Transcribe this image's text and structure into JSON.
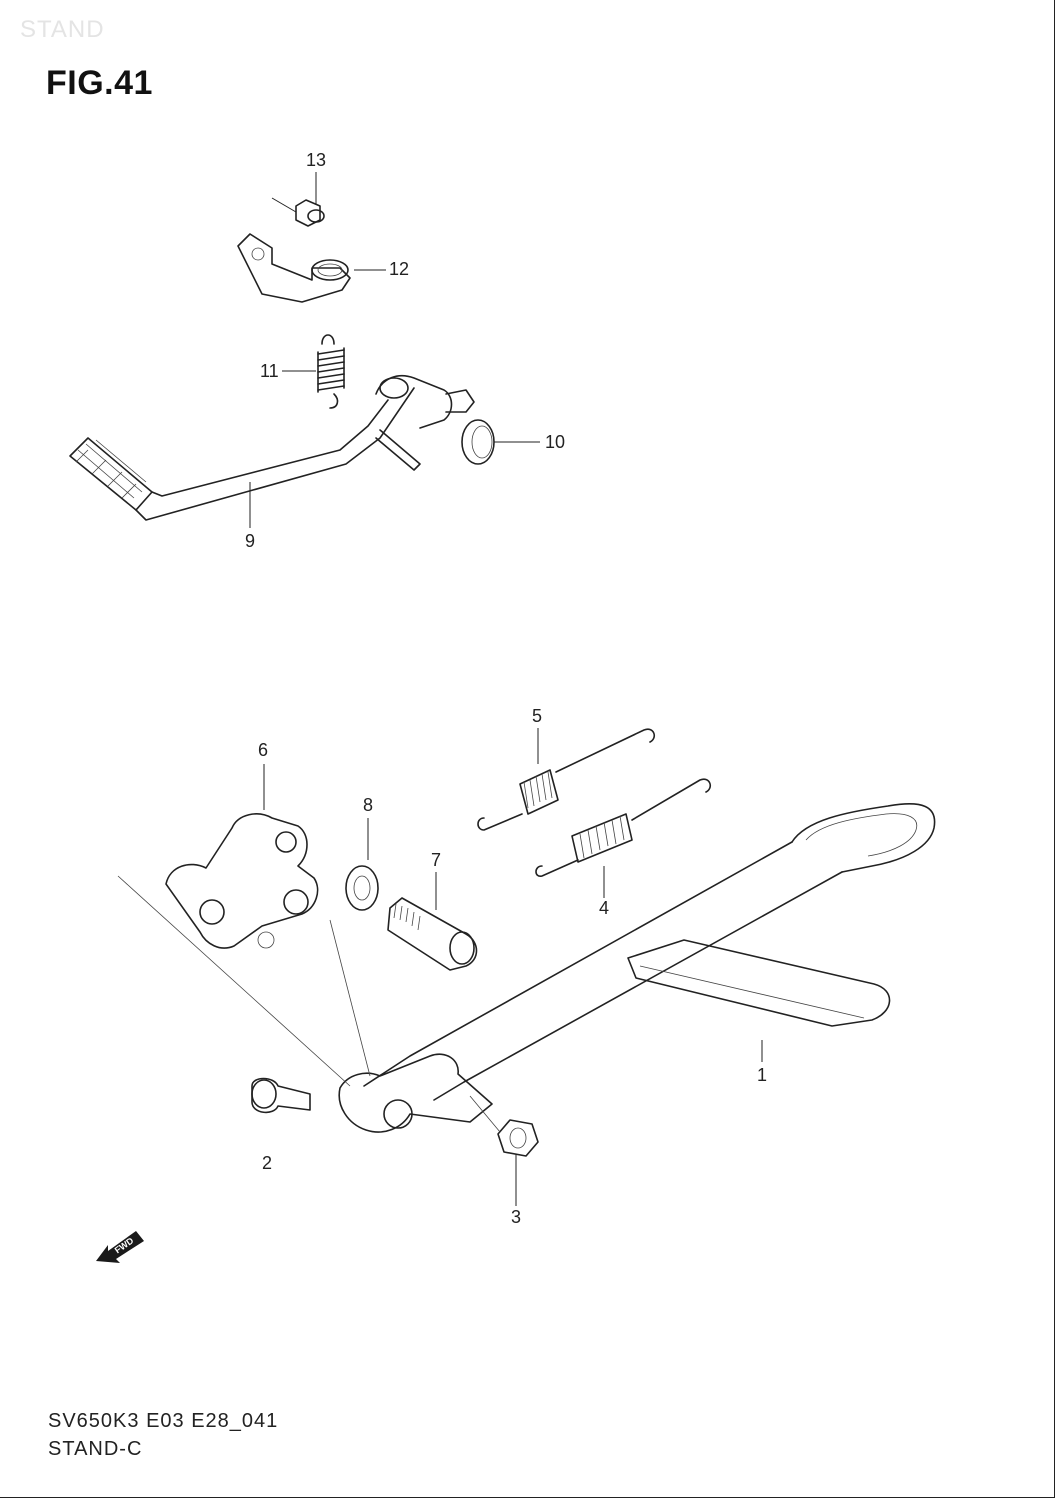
{
  "watermark": "STAND",
  "figure": {
    "title": "FIG.41"
  },
  "callouts": {
    "c1": "1",
    "c2": "2",
    "c3": "3",
    "c4": "4",
    "c5": "5",
    "c6": "6",
    "c7": "7",
    "c8": "8",
    "c9": "9",
    "c10": "10",
    "c11": "11",
    "c12": "12",
    "c13": "13"
  },
  "fwd_label": "FWD",
  "footer": {
    "code": "SV650K3 E03 E28_041",
    "name": "STAND-C"
  }
}
